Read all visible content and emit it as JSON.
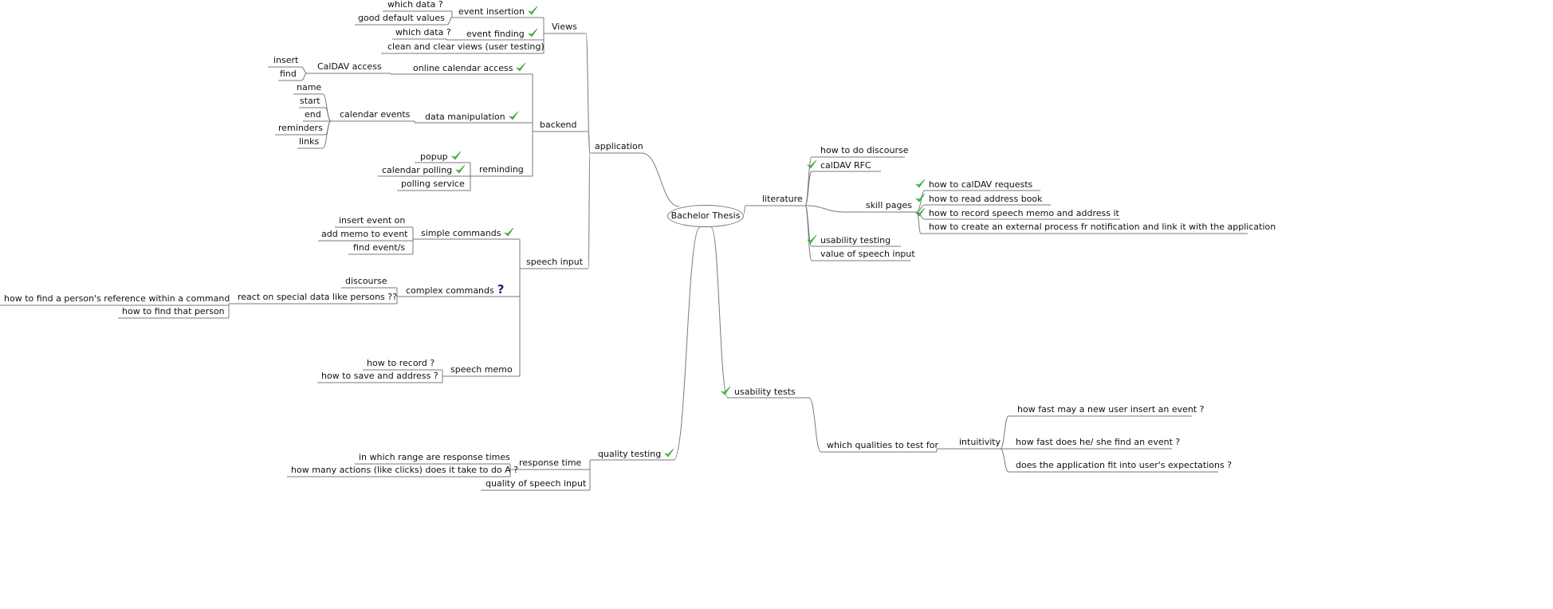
{
  "root": {
    "id": "root",
    "label": "Bachelor Thesis"
  },
  "colors": {
    "line": "#7a7a7a",
    "check": "#3cc43c",
    "question": "#1a2a7a"
  },
  "nodes": [
    {
      "id": "application",
      "label": "application",
      "parent": "root"
    },
    {
      "id": "views",
      "label": "Views",
      "parent": "application"
    },
    {
      "id": "event_insertion",
      "label": "event insertion",
      "check": true,
      "parent": "views"
    },
    {
      "id": "which_data_1",
      "label": "which data ?",
      "parent": "event_insertion"
    },
    {
      "id": "good_default",
      "label": "good default values",
      "parent": "event_insertion"
    },
    {
      "id": "event_finding",
      "label": "event finding",
      "check": true,
      "parent": "views"
    },
    {
      "id": "which_data_2",
      "label": "which data ?",
      "parent": "event_finding"
    },
    {
      "id": "clean_views",
      "label": "clean and clear views (user testing)",
      "parent": "views"
    },
    {
      "id": "backend",
      "label": "backend",
      "parent": "application"
    },
    {
      "id": "online_cal",
      "label": "online calendar access",
      "check": true,
      "parent": "backend"
    },
    {
      "id": "caldav_access",
      "label": "CalDAV access",
      "parent": "online_cal"
    },
    {
      "id": "insert",
      "label": "insert",
      "parent": "caldav_access"
    },
    {
      "id": "find",
      "label": "find",
      "parent": "caldav_access"
    },
    {
      "id": "data_manip",
      "label": "data manipulation",
      "check": true,
      "parent": "backend"
    },
    {
      "id": "cal_events",
      "label": "calendar events",
      "parent": "data_manip"
    },
    {
      "id": "name",
      "label": "name",
      "parent": "cal_events"
    },
    {
      "id": "start",
      "label": "start",
      "parent": "cal_events"
    },
    {
      "id": "end",
      "label": "end",
      "parent": "cal_events"
    },
    {
      "id": "reminders",
      "label": "reminders",
      "parent": "cal_events"
    },
    {
      "id": "links",
      "label": "links",
      "parent": "cal_events"
    },
    {
      "id": "reminding",
      "label": "reminding",
      "parent": "backend"
    },
    {
      "id": "popup",
      "label": "popup",
      "check": true,
      "parent": "reminding"
    },
    {
      "id": "cal_polling",
      "label": "calendar polling",
      "check": true,
      "parent": "reminding"
    },
    {
      "id": "polling_service",
      "label": "polling service",
      "parent": "reminding"
    },
    {
      "id": "speech_input",
      "label": "speech input",
      "parent": "application"
    },
    {
      "id": "simple_cmds",
      "label": "simple commands",
      "check": true,
      "parent": "speech_input"
    },
    {
      "id": "insert_event_on",
      "label": "insert event on",
      "parent": "simple_cmds"
    },
    {
      "id": "add_memo",
      "label": "add memo to event",
      "parent": "simple_cmds"
    },
    {
      "id": "find_events",
      "label": "find event/s",
      "parent": "simple_cmds"
    },
    {
      "id": "complex_cmds",
      "label": "complex commands",
      "question": "?",
      "parent": "speech_input"
    },
    {
      "id": "discourse",
      "label": "discourse",
      "parent": "complex_cmds"
    },
    {
      "id": "react_special",
      "label": "react on special data like persons ??",
      "parent": "complex_cmds"
    },
    {
      "id": "person_ref",
      "label": "how to find a person's reference within a command",
      "parent": "react_special"
    },
    {
      "id": "find_person",
      "label": "how to find that person",
      "parent": "react_special"
    },
    {
      "id": "speech_memo",
      "label": "speech memo",
      "parent": "speech_input"
    },
    {
      "id": "how_record",
      "label": "how to record ?",
      "parent": "speech_memo"
    },
    {
      "id": "how_save",
      "label": "how to save and address ?",
      "parent": "speech_memo"
    },
    {
      "id": "quality_testing",
      "label": "quality testing",
      "check": true,
      "parent": "root"
    },
    {
      "id": "response_time",
      "label": "response time",
      "parent": "quality_testing"
    },
    {
      "id": "range_resp",
      "label": "in which range are response times",
      "parent": "response_time"
    },
    {
      "id": "how_many_actions",
      "label": "how many actions (like clicks) does it take to do A ?",
      "parent": "response_time"
    },
    {
      "id": "quality_speech",
      "label": "quality of speech input",
      "parent": "quality_testing"
    },
    {
      "id": "literature",
      "label": "literature",
      "parent": "root"
    },
    {
      "id": "discourse_lit",
      "label": "how to do discourse",
      "parent": "literature"
    },
    {
      "id": "caldav_rfc",
      "label": "calDAV RFC",
      "check": true,
      "checkFirst": true,
      "parent": "literature"
    },
    {
      "id": "skill_pages",
      "label": "skill pages",
      "parent": "literature"
    },
    {
      "id": "caldav_req",
      "label": "how to calDAV requests",
      "check": true,
      "checkFirst": true,
      "parent": "skill_pages"
    },
    {
      "id": "read_addr",
      "label": "how to read address book",
      "check": true,
      "checkFirst": true,
      "parent": "skill_pages"
    },
    {
      "id": "record_memo",
      "label": "how to record speech memo and address it",
      "check": true,
      "checkFirst": true,
      "parent": "skill_pages"
    },
    {
      "id": "ext_process",
      "label": "how to create an external process fr notification and link it with the application",
      "parent": "skill_pages"
    },
    {
      "id": "usability_testing_lit",
      "label": "usability testing",
      "check": true,
      "checkFirst": true,
      "parent": "literature"
    },
    {
      "id": "value_speech",
      "label": "value of speech input",
      "parent": "literature"
    },
    {
      "id": "usability_tests",
      "label": "usability tests",
      "check": true,
      "checkFirst": true,
      "parent": "root"
    },
    {
      "id": "qualities",
      "label": "which qualities to test for",
      "parent": "usability_tests"
    },
    {
      "id": "intuitivity",
      "label": "intuitivity",
      "parent": "qualities"
    },
    {
      "id": "fast_insert",
      "label": "how fast may a new user insert an event ?",
      "parent": "intuitivity"
    },
    {
      "id": "fast_find",
      "label": "how fast does he/ she find an event ?",
      "parent": "intuitivity"
    },
    {
      "id": "fit_expect",
      "label": "does the application fit into user's expectations ?",
      "parent": "intuitivity"
    }
  ]
}
